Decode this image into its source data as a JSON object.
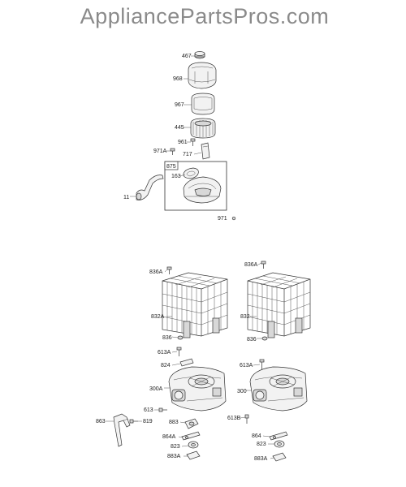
{
  "watermark": "AppliancePartsPros.com",
  "parts": {
    "p467": "467",
    "p968": "968",
    "p967": "967",
    "p445": "445",
    "p961": "961",
    "p971A": "971A",
    "p717": "717",
    "p875": "875",
    "p163": "163",
    "p11": "11",
    "p971": "971",
    "p836A_left": "836A",
    "p836A_right": "836A",
    "p832A": "832A",
    "p832": "832",
    "p836_left": "836",
    "p836_right": "836",
    "p613A_left": "613A",
    "p613A_right": "613A",
    "p824": "824",
    "p300A": "300A",
    "p300": "300",
    "p863": "863",
    "p819": "819",
    "p613": "613",
    "p883": "883",
    "p613B": "613B",
    "p864A": "864A",
    "p864": "864",
    "p823_left": "823",
    "p823_right": "823",
    "p883A_left": "883A",
    "p883A_right": "883A"
  }
}
